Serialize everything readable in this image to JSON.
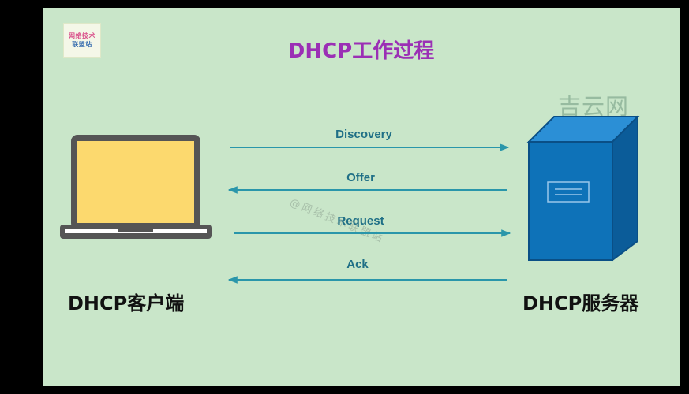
{
  "diagram": {
    "title": "DHCP工作过程",
    "client_label": "DHCP客户端",
    "server_label": "DHCP服务器",
    "logo": {
      "line1": "网络技术",
      "line2": "联盟站"
    },
    "watermark_brand": "吉云网",
    "watermark_diagonal": "@网络技术联盟站",
    "messages": [
      {
        "label": "Discovery",
        "direction": "client-to-server"
      },
      {
        "label": "Offer",
        "direction": "server-to-client"
      },
      {
        "label": "Request",
        "direction": "client-to-server"
      },
      {
        "label": "Ack",
        "direction": "server-to-client"
      }
    ]
  },
  "colors": {
    "background": "#c9e6c9",
    "title": "#9b2fb5",
    "arrow": "#2a96aa",
    "laptop_screen": "#fcd96e",
    "laptop_frame": "#555555",
    "server": "#0e72b8"
  }
}
